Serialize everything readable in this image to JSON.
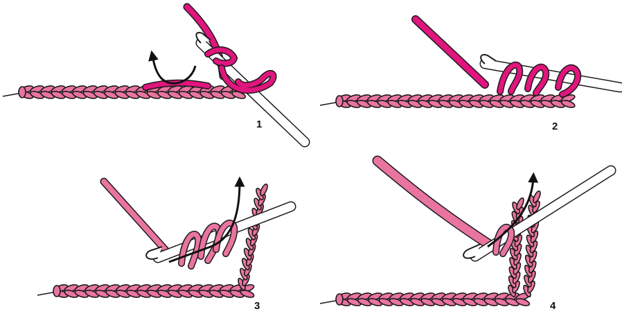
{
  "figure": {
    "colors": {
      "yarn": "#e9749f",
      "yarn_active": "#e0157d",
      "outline": "#1a1a1a",
      "hook_fill": "#ffffff",
      "arrow": "#111111"
    },
    "panels": [
      {
        "step": "1",
        "icons": [
          "crochet-hook-icon",
          "insert-arrow-icon"
        ]
      },
      {
        "step": "2",
        "icons": [
          "crochet-hook-icon"
        ]
      },
      {
        "step": "3",
        "icons": [
          "crochet-hook-icon",
          "draw-through-arrow-icon"
        ]
      },
      {
        "step": "4",
        "icons": [
          "crochet-hook-icon",
          "draw-through-arrow-icon"
        ]
      }
    ]
  }
}
